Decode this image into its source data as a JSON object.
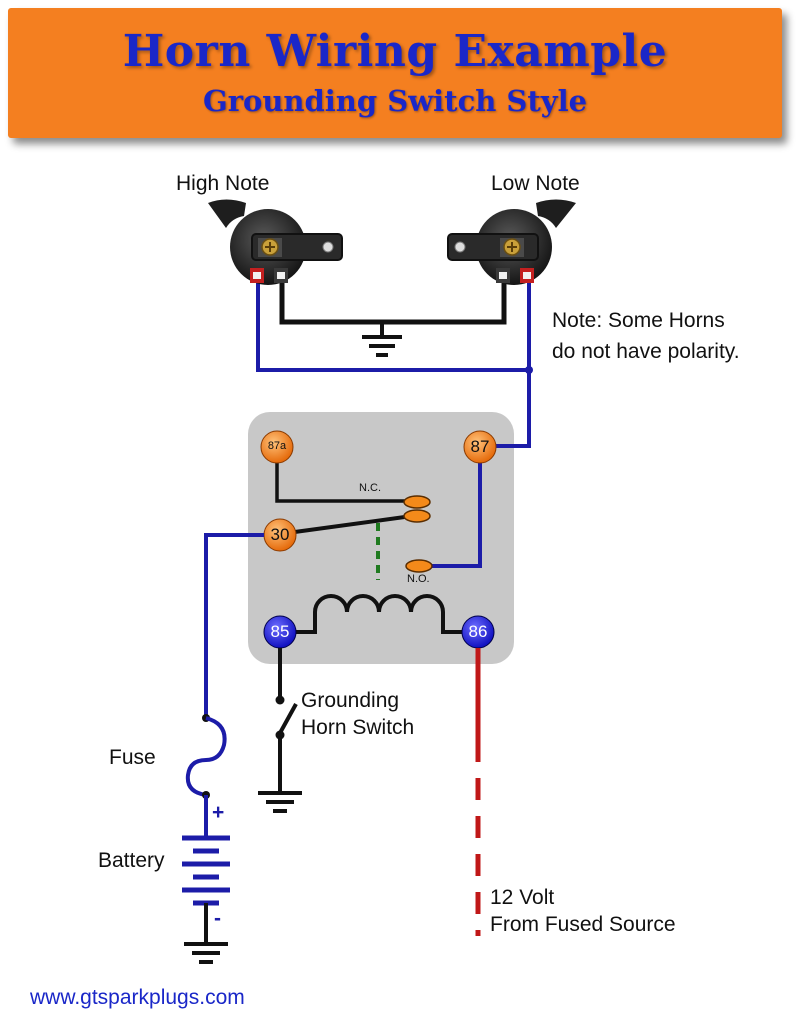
{
  "header": {
    "title": "Horn Wiring Example",
    "subtitle": "Grounding Switch Style"
  },
  "horns": {
    "high_label": "High Note",
    "low_label": "Low Note"
  },
  "note": {
    "line1": "Note: Some Horns",
    "line2": "do not have polarity."
  },
  "relay": {
    "pin_87a": "87a",
    "pin_87": "87",
    "pin_30": "30",
    "pin_85": "85",
    "pin_86": "86",
    "nc_label": "N.C.",
    "no_label": "N.O."
  },
  "switch": {
    "line1": "Grounding",
    "line2": "Horn Switch"
  },
  "power": {
    "fuse_label": "Fuse",
    "battery_label": "Battery",
    "plus": "+",
    "minus": "-",
    "source_line1": "12 Volt",
    "source_line2": "From Fused Source"
  },
  "footer": {
    "url": "www.gtsparkplugs.com"
  },
  "colors": {
    "banner": "#f47f20",
    "title_text": "#1a27c8",
    "positive_wire": "#1c1ca8",
    "ground_wire": "#111111",
    "source_wire": "#c01818",
    "relay_body": "#c8c8c8",
    "pin_orange": "#f48a1a",
    "pin_blue": "#1a1ad8",
    "armature_link": "#1f7a1f"
  },
  "icons": {
    "horn": "horn-icon",
    "ground": "ground-symbol-icon",
    "fuse": "fuse-icon",
    "battery": "battery-icon",
    "coil": "coil-icon",
    "switch": "switch-icon"
  }
}
